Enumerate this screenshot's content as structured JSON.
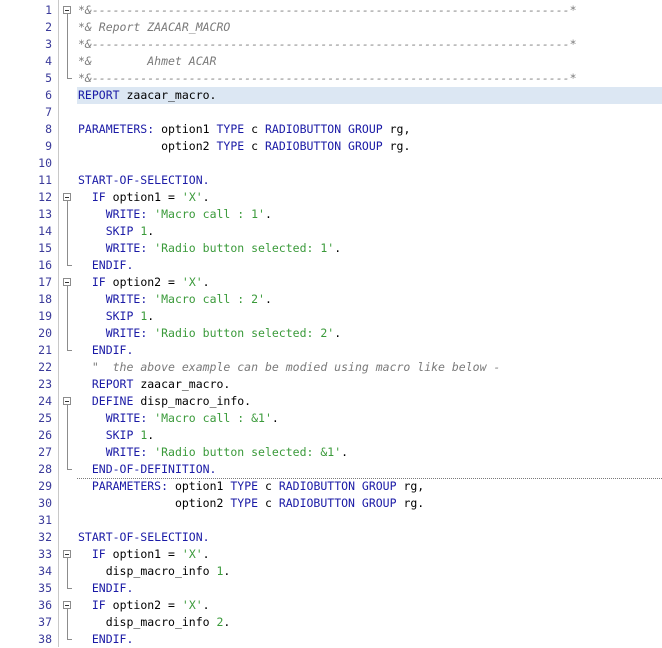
{
  "lines": [
    {
      "n": "1",
      "indent": "",
      "tokens": [
        {
          "t": "*&---------------------------------------------------------------------*",
          "c": "cmt"
        }
      ]
    },
    {
      "n": "2",
      "indent": "",
      "tokens": [
        {
          "t": "*& Report ZAACAR_MACRO",
          "c": "cmt"
        }
      ]
    },
    {
      "n": "3",
      "indent": "",
      "tokens": [
        {
          "t": "*&---------------------------------------------------------------------*",
          "c": "cmt"
        }
      ]
    },
    {
      "n": "4",
      "indent": "",
      "tokens": [
        {
          "t": "*&        Ahmet ACAR",
          "c": "cmt"
        }
      ]
    },
    {
      "n": "5",
      "indent": "",
      "tokens": [
        {
          "t": "*&---------------------------------------------------------------------*",
          "c": "cmt"
        }
      ]
    },
    {
      "n": "6",
      "indent": "",
      "tokens": [
        {
          "t": "REPORT",
          "c": "kw"
        },
        {
          "t": " zaacar_macro.",
          "c": "id"
        }
      ]
    },
    {
      "n": "7",
      "indent": "",
      "tokens": []
    },
    {
      "n": "8",
      "indent": "",
      "tokens": [
        {
          "t": "PARAMETERS:",
          "c": "kw"
        },
        {
          "t": " option1 ",
          "c": "id"
        },
        {
          "t": "TYPE",
          "c": "kw"
        },
        {
          "t": " c ",
          "c": "id"
        },
        {
          "t": "RADIOBUTTON GROUP",
          "c": "kw"
        },
        {
          "t": " rg,",
          "c": "id"
        }
      ]
    },
    {
      "n": "9",
      "indent": "            ",
      "tokens": [
        {
          "t": "option2 ",
          "c": "id"
        },
        {
          "t": "TYPE",
          "c": "kw"
        },
        {
          "t": " c ",
          "c": "id"
        },
        {
          "t": "RADIOBUTTON GROUP",
          "c": "kw"
        },
        {
          "t": " rg.",
          "c": "id"
        }
      ]
    },
    {
      "n": "10",
      "indent": "",
      "tokens": []
    },
    {
      "n": "11",
      "indent": "",
      "tokens": [
        {
          "t": "START-OF-SELECTION.",
          "c": "kw"
        }
      ]
    },
    {
      "n": "12",
      "indent": "  ",
      "tokens": [
        {
          "t": "IF",
          "c": "kw"
        },
        {
          "t": " option1 = ",
          "c": "id"
        },
        {
          "t": "'X'",
          "c": "str"
        },
        {
          "t": ".",
          "c": "id"
        }
      ]
    },
    {
      "n": "13",
      "indent": "    ",
      "tokens": [
        {
          "t": "WRITE:",
          "c": "kw"
        },
        {
          "t": " ",
          "c": "id"
        },
        {
          "t": "'Macro call : 1'",
          "c": "str"
        },
        {
          "t": ".",
          "c": "id"
        }
      ]
    },
    {
      "n": "14",
      "indent": "    ",
      "tokens": [
        {
          "t": "SKIP",
          "c": "kw"
        },
        {
          "t": " ",
          "c": "id"
        },
        {
          "t": "1",
          "c": "num"
        },
        {
          "t": ".",
          "c": "id"
        }
      ]
    },
    {
      "n": "15",
      "indent": "    ",
      "tokens": [
        {
          "t": "WRITE:",
          "c": "kw"
        },
        {
          "t": " ",
          "c": "id"
        },
        {
          "t": "'Radio button selected: 1'",
          "c": "str"
        },
        {
          "t": ".",
          "c": "id"
        }
      ]
    },
    {
      "n": "16",
      "indent": "  ",
      "tokens": [
        {
          "t": "ENDIF.",
          "c": "kw"
        }
      ]
    },
    {
      "n": "17",
      "indent": "  ",
      "tokens": [
        {
          "t": "IF",
          "c": "kw"
        },
        {
          "t": " option2 = ",
          "c": "id"
        },
        {
          "t": "'X'",
          "c": "str"
        },
        {
          "t": ".",
          "c": "id"
        }
      ]
    },
    {
      "n": "18",
      "indent": "    ",
      "tokens": [
        {
          "t": "WRITE:",
          "c": "kw"
        },
        {
          "t": " ",
          "c": "id"
        },
        {
          "t": "'Macro call : 2'",
          "c": "str"
        },
        {
          "t": ".",
          "c": "id"
        }
      ]
    },
    {
      "n": "19",
      "indent": "    ",
      "tokens": [
        {
          "t": "SKIP",
          "c": "kw"
        },
        {
          "t": " ",
          "c": "id"
        },
        {
          "t": "1",
          "c": "num"
        },
        {
          "t": ".",
          "c": "id"
        }
      ]
    },
    {
      "n": "20",
      "indent": "    ",
      "tokens": [
        {
          "t": "WRITE:",
          "c": "kw"
        },
        {
          "t": " ",
          "c": "id"
        },
        {
          "t": "'Radio button selected: 2'",
          "c": "str"
        },
        {
          "t": ".",
          "c": "id"
        }
      ]
    },
    {
      "n": "21",
      "indent": "  ",
      "tokens": [
        {
          "t": "ENDIF.",
          "c": "kw"
        }
      ]
    },
    {
      "n": "22",
      "indent": "  ",
      "tokens": [
        {
          "t": "\"  the above example can be modied using macro like below -",
          "c": "cmt"
        }
      ]
    },
    {
      "n": "23",
      "indent": "  ",
      "tokens": [
        {
          "t": "REPORT",
          "c": "kw"
        },
        {
          "t": " zaacar_macro.",
          "c": "id"
        }
      ]
    },
    {
      "n": "24",
      "indent": "  ",
      "tokens": [
        {
          "t": "DEFINE",
          "c": "kw"
        },
        {
          "t": " disp_macro_info.",
          "c": "id"
        }
      ]
    },
    {
      "n": "25",
      "indent": "    ",
      "tokens": [
        {
          "t": "WRITE:",
          "c": "kw"
        },
        {
          "t": " ",
          "c": "id"
        },
        {
          "t": "'Macro call : &1'",
          "c": "str"
        },
        {
          "t": ".",
          "c": "id"
        }
      ]
    },
    {
      "n": "26",
      "indent": "    ",
      "tokens": [
        {
          "t": "SKIP",
          "c": "kw"
        },
        {
          "t": " ",
          "c": "id"
        },
        {
          "t": "1",
          "c": "num"
        },
        {
          "t": ".",
          "c": "id"
        }
      ]
    },
    {
      "n": "27",
      "indent": "    ",
      "tokens": [
        {
          "t": "WRITE:",
          "c": "kw"
        },
        {
          "t": " ",
          "c": "id"
        },
        {
          "t": "'Radio button selected: &1'",
          "c": "str"
        },
        {
          "t": ".",
          "c": "id"
        }
      ]
    },
    {
      "n": "28",
      "indent": "  ",
      "tokens": [
        {
          "t": "END-OF-DEFINITION.",
          "c": "kw"
        }
      ]
    },
    {
      "n": "29",
      "indent": "  ",
      "tokens": [
        {
          "t": "PARAMETERS:",
          "c": "kw"
        },
        {
          "t": " option1 ",
          "c": "id"
        },
        {
          "t": "TYPE",
          "c": "kw"
        },
        {
          "t": " c ",
          "c": "id"
        },
        {
          "t": "RADIOBUTTON GROUP",
          "c": "kw"
        },
        {
          "t": " rg,",
          "c": "id"
        }
      ]
    },
    {
      "n": "30",
      "indent": "              ",
      "tokens": [
        {
          "t": "option2 ",
          "c": "id"
        },
        {
          "t": "TYPE",
          "c": "kw"
        },
        {
          "t": " c ",
          "c": "id"
        },
        {
          "t": "RADIOBUTTON GROUP",
          "c": "kw"
        },
        {
          "t": " rg.",
          "c": "id"
        }
      ]
    },
    {
      "n": "31",
      "indent": "",
      "tokens": []
    },
    {
      "n": "32",
      "indent": "",
      "tokens": [
        {
          "t": "START-OF-SELECTION.",
          "c": "kw"
        }
      ]
    },
    {
      "n": "33",
      "indent": "  ",
      "tokens": [
        {
          "t": "IF",
          "c": "kw"
        },
        {
          "t": " option1 = ",
          "c": "id"
        },
        {
          "t": "'X'",
          "c": "str"
        },
        {
          "t": ".",
          "c": "id"
        }
      ]
    },
    {
      "n": "34",
      "indent": "    ",
      "tokens": [
        {
          "t": "disp_macro_info ",
          "c": "id"
        },
        {
          "t": "1",
          "c": "num"
        },
        {
          "t": ".",
          "c": "id"
        }
      ]
    },
    {
      "n": "35",
      "indent": "  ",
      "tokens": [
        {
          "t": "ENDIF.",
          "c": "kw"
        }
      ]
    },
    {
      "n": "36",
      "indent": "  ",
      "tokens": [
        {
          "t": "IF",
          "c": "kw"
        },
        {
          "t": " option2 = ",
          "c": "id"
        },
        {
          "t": "'X'",
          "c": "str"
        },
        {
          "t": ".",
          "c": "id"
        }
      ]
    },
    {
      "n": "37",
      "indent": "    ",
      "tokens": [
        {
          "t": "disp_macro_info ",
          "c": "id"
        },
        {
          "t": "2",
          "c": "num"
        },
        {
          "t": ".",
          "c": "id"
        }
      ]
    },
    {
      "n": "38",
      "indent": "  ",
      "tokens": [
        {
          "t": "ENDIF.",
          "c": "kw"
        }
      ]
    }
  ],
  "highlighted_line": "6",
  "colors": {
    "keyword": "#1a1aa6",
    "string": "#3a9a3a",
    "comment": "#7a7a7a",
    "line_number": "#3a3a9a",
    "current_line": "#dce7f3"
  }
}
